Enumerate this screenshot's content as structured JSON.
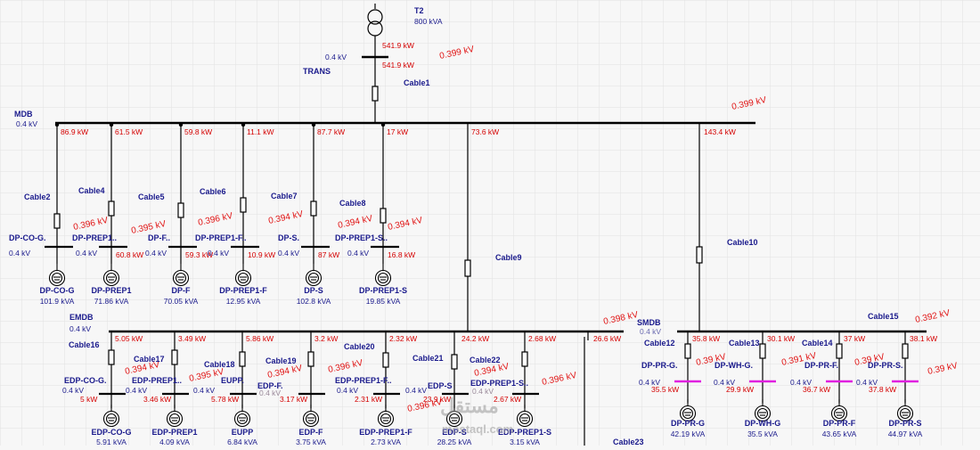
{
  "colors": {
    "line": "#000000",
    "name": "#1a1a8c",
    "power": "#d40000",
    "voltage": "#e01010",
    "accent": "#e020e0",
    "muted": "#9a8a9a"
  },
  "transformer": {
    "name": "T2",
    "rating": "800 kVA",
    "sec_kv": "0.4 kV",
    "p1": "541.9 kW",
    "p2": "541.9 kW",
    "bus": "TRANS",
    "v_drop": "0.399 kV"
  },
  "cable1": "Cable1",
  "mdb": {
    "name": "MDB",
    "kv": "0.4 kV",
    "v_right": "0.399 kV"
  },
  "mdb_feeders": [
    {
      "p": "86.9 kW",
      "cable": "Cable2",
      "vd": "",
      "bus": "DP-CO-G.",
      "kv": "0.4 kV",
      "small_kv": "",
      "load_p": "",
      "load": "DP-CO-G",
      "kva": "101.9 kVA"
    },
    {
      "p": "61.5 kW",
      "cable": "Cable4",
      "vd": "0.396 kV",
      "bus": "DP-PREP1..",
      "kv": "0.4 kV",
      "small_kv": "",
      "load_p": "60.8 kW",
      "load": "DP-PREP1",
      "kva": "71.86 kVA"
    },
    {
      "p": "59.8 kW",
      "cable": "Cable5",
      "vd": "0.395 kV",
      "bus": "DP-F..",
      "kv": "0.4 kV",
      "small_kv": "",
      "load_p": "59.3 kW",
      "load": "DP-F",
      "kva": "70.05 kVA"
    },
    {
      "p": "11.1 kW",
      "cable": "Cable6",
      "vd": "0.396 kV",
      "bus": "DP-PREP1-F..",
      "kv": "0.4 kV",
      "small_kv": "",
      "load_p": "10.9 kW",
      "load": "DP-PREP1-F",
      "kva": "12.95 kVA"
    },
    {
      "p": "87.7 kW",
      "cable": "Cable7",
      "vd": "0.394 kV",
      "bus": "DP-S.",
      "kv": "0.4 kV",
      "small_kv": "",
      "load_p": "87 kW",
      "load": "DP-S",
      "kva": "102.8 kVA"
    },
    {
      "p": "17 kW",
      "cable": "Cable8",
      "vd": "0.394 kV",
      "bus": "DP-PREP1-S..",
      "kv": "0.4 kV",
      "small_kv": "",
      "load_p": "16.8 kW",
      "load": "DP-PREP1-S",
      "kva": "19.85 kVA"
    }
  ],
  "cable9": {
    "p": "73.6 kW",
    "cable": "Cable9"
  },
  "cable10": {
    "p": "143.4 kW",
    "cable": "Cable10"
  },
  "emdb": {
    "name": "EMDB",
    "kv": "0.4 kV",
    "v_right": "0.398 kV",
    "feed_p": "24.2 kW",
    "right_p": "26.6 kW",
    "cable23": "Cable23"
  },
  "emdb_feeders": [
    {
      "p": "5.05 kW",
      "cable": "Cable16",
      "vd": "0.394 kV",
      "bus": "EDP-CO-G.",
      "kv": "0.4 kV",
      "load_p": "5 kW",
      "load": "EDP-CO-G",
      "kva": "5.91 kVA"
    },
    {
      "p": "3.49 kW",
      "cable": "Cable17",
      "vd": "0.395 kV",
      "bus": "EDP-PREP1..",
      "kv": "0.4 kV",
      "load_p": "3.46 kW",
      "load": "EDP-PREP1",
      "kva": "4.09 kVA"
    },
    {
      "p": "5.86 kW",
      "cable": "Cable18",
      "vd": "",
      "bus": "EUPP.",
      "kv": "0.4 kV",
      "load_p": "5.78 kW",
      "load": "EUPP",
      "kva": "6.84 kVA"
    },
    {
      "p": "3.2 kW",
      "cable": "Cable19",
      "vd": "0.394 kV",
      "bus": "EDP-F.",
      "kv": "0.4 kV",
      "small_kv": "0.4 kV",
      "load_p": "3.17 kW",
      "load": "EDP-F",
      "kva": "3.75 kVA"
    },
    {
      "p": "2.32 kW",
      "cable": "Cable20",
      "vd": "0.396 kV",
      "bus": "EDP-PREP1-F..",
      "kv": "0.4 kV",
      "load_p": "2.31 kW",
      "load": "EDP-PREP1-F",
      "kva": "2.73 kVA"
    },
    {
      "p": "",
      "cable": "Cable21",
      "vd": "0.396 kV",
      "bus": "EDP-S",
      "kv": "0.4 kV",
      "load_p": "23.9 kW",
      "load": "EDP-S",
      "kva": "28.25 kVA"
    },
    {
      "p": "2.68 kW",
      "cable": "Cable22",
      "vd": "0.394 kV",
      "bus": "EDP-PREP1-S..",
      "kv": "0.4 kV",
      "small_kv": "0.4 kV",
      "load_p": "2.67 kW",
      "load": "EDP-PREP1-S",
      "kva": "3.15 kVA"
    }
  ],
  "emdb_extra_vd": "0.396 kV",
  "smdb": {
    "name": "SMDB",
    "kv": "0.4 kV",
    "v_right": "0.392 kV",
    "cable15": "Cable15"
  },
  "smdb_feeders": [
    {
      "p": "35.8 kW",
      "cable": "Cable12",
      "vd": "0.39 kV",
      "bus": "DP-PR-G.",
      "kv": "0.4 kV",
      "load_p": "35.5 kW",
      "load": "DP-PR-G",
      "kva": "42.19 kVA"
    },
    {
      "p": "30.1 kW",
      "cable": "Cable13",
      "vd": "",
      "bus": "DP-WH-G.",
      "kv": "0.4 kV",
      "load_p": "29.9 kW",
      "load": "DP-WH-G",
      "kva": "35.5 kVA"
    },
    {
      "p": "37 kW",
      "cable": "Cable14",
      "vd": "0.391 kV",
      "bus": "DP-PR-F.",
      "kv": "0.4 kV",
      "load_p": "36.7 kW",
      "load": "DP-PR-F",
      "kva": "43.65 kVA"
    },
    {
      "p": "38.1 kW",
      "cable": "",
      "vd": "0.39 kV",
      "bus": "DP-PR-S.",
      "kv": "0.4 kV",
      "load_p": "37.8 kW",
      "load": "DP-PR-S",
      "kva": "44.97 kVA"
    }
  ],
  "smdb_extra_vd": "0.39 kV",
  "watermark": {
    "brand": "مستقل",
    "site": "mostaql.com"
  }
}
